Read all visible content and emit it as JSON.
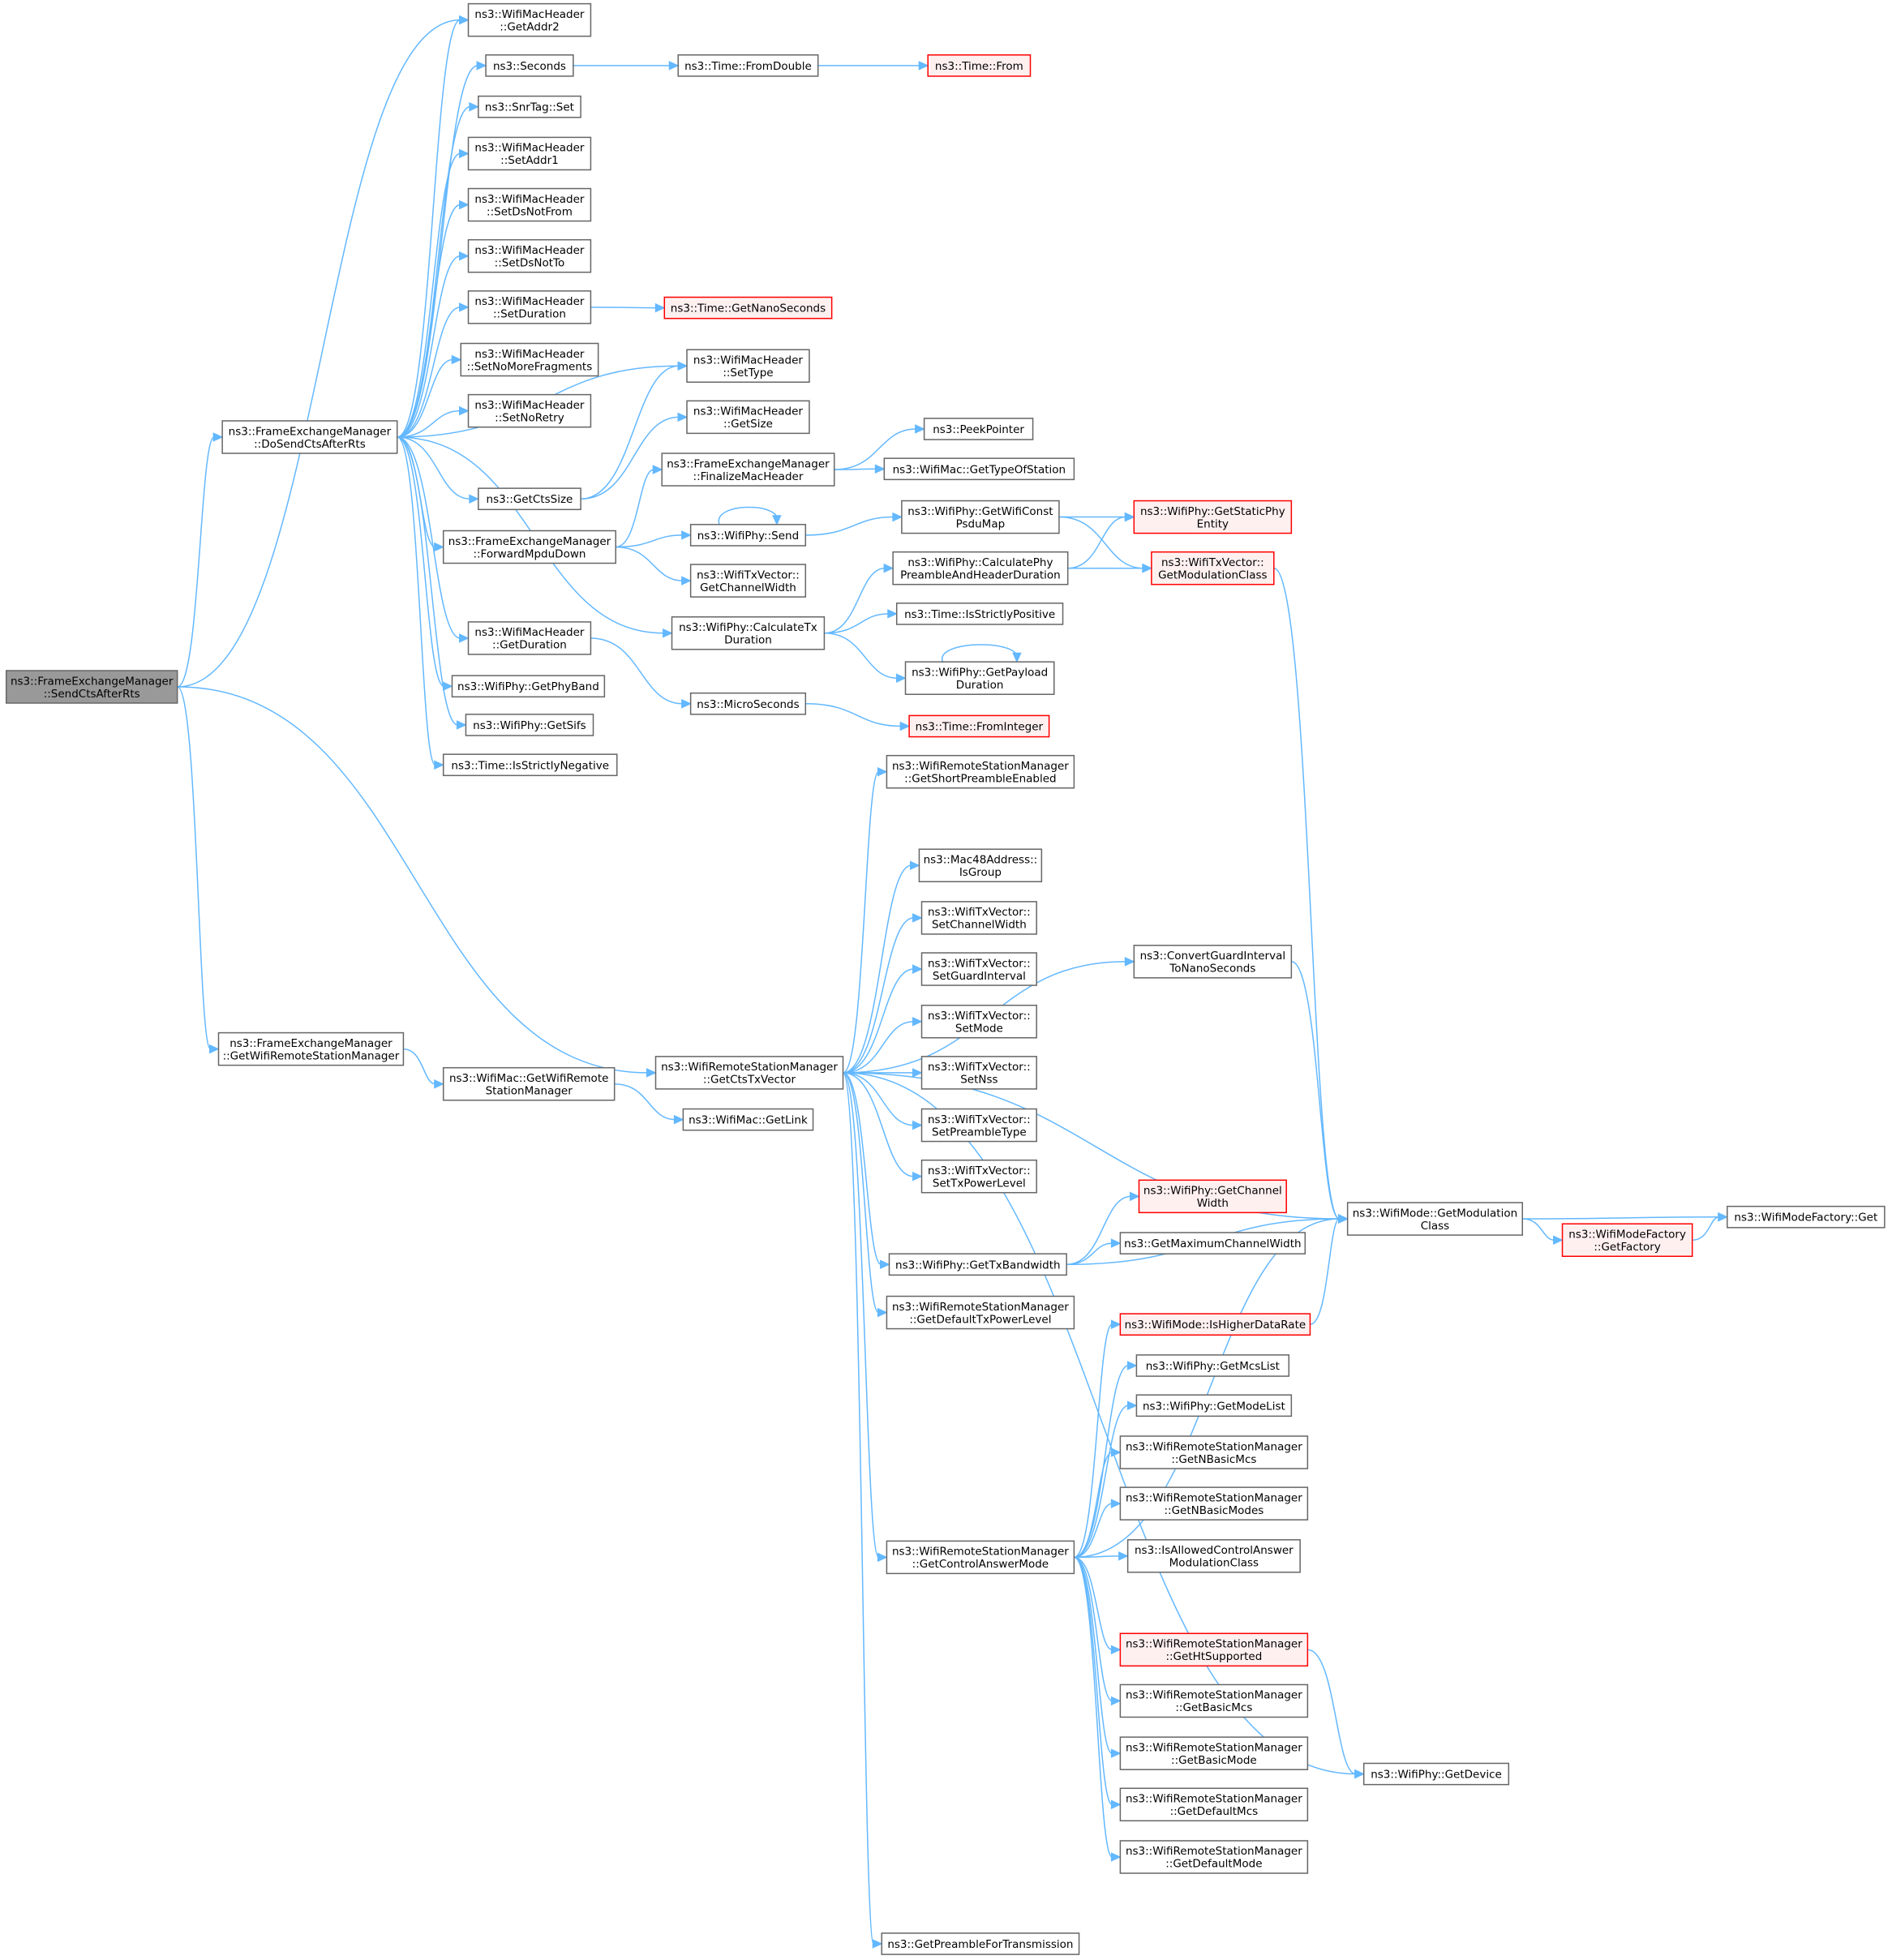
{
  "diagram": {
    "type": "call-graph",
    "colors": {
      "edge": "#63b8ff",
      "node_border": "#666666",
      "node_fill": "#ffffff",
      "root_fill": "#999999",
      "truncated_border": "#ff0000",
      "truncated_fill": "#fff0f0"
    },
    "nodes": {
      "root": [
        "ns3::FrameExchangeManager",
        "::SendCtsAfterRts"
      ],
      "dosend": [
        "ns3::FrameExchangeManager",
        "::DoSendCtsAfterRts"
      ],
      "getwrsm": [
        "ns3::FrameExchangeManager",
        "::GetWifiRemoteStationManager"
      ],
      "getaddr2": [
        "ns3::WifiMacHeader",
        "::GetAddr2"
      ],
      "seconds": [
        "ns3::Seconds"
      ],
      "snrset": [
        "ns3::SnrTag::Set"
      ],
      "setaddr1": [
        "ns3::WifiMacHeader",
        "::SetAddr1"
      ],
      "setdsnotfrom": [
        "ns3::WifiMacHeader",
        "::SetDsNotFrom"
      ],
      "setdsnotto": [
        "ns3::WifiMacHeader",
        "::SetDsNotTo"
      ],
      "setduration": [
        "ns3::WifiMacHeader",
        "::SetDuration"
      ],
      "setnomorefrag": [
        "ns3::WifiMacHeader",
        "::SetNoMoreFragments"
      ],
      "setnoretry": [
        "ns3::WifiMacHeader",
        "::SetNoRetry"
      ],
      "getctssize": [
        "ns3::GetCtsSize"
      ],
      "forwardmpdu": [
        "ns3::FrameExchangeManager",
        "::ForwardMpduDown"
      ],
      "getduration": [
        "ns3::WifiMacHeader",
        "::GetDuration"
      ],
      "getphyband": [
        "ns3::WifiPhy::GetPhyBand"
      ],
      "getsifs": [
        "ns3::WifiPhy::GetSifs"
      ],
      "isstrictlyneg": [
        "ns3::Time::IsStrictlyNegative"
      ],
      "fromdouble": [
        "ns3::Time::FromDouble"
      ],
      "timefrom": [
        "ns3::Time::From"
      ],
      "getnanosec": [
        "ns3::Time::GetNanoSeconds"
      ],
      "settype": [
        "ns3::WifiMacHeader",
        "::SetType"
      ],
      "getsize": [
        "ns3::WifiMacHeader",
        "::GetSize"
      ],
      "finalize": [
        "ns3::FrameExchangeManager",
        "::FinalizeMacHeader"
      ],
      "peekpointer": [
        "ns3::PeekPointer"
      ],
      "gettypeofstation": [
        "ns3::WifiMac::GetTypeOfStation"
      ],
      "physend": [
        "ns3::WifiPhy::Send"
      ],
      "getchannelwidthtx": [
        "ns3::WifiTxVector::",
        "GetChannelWidth"
      ],
      "calctxduration": [
        "ns3::WifiPhy::CalculateTx",
        "Duration"
      ],
      "microseconds": [
        "ns3::MicroSeconds"
      ],
      "getwificonst": [
        "ns3::WifiPhy::GetWifiConst",
        "PsduMap"
      ],
      "calcpreamble": [
        "ns3::WifiPhy::CalculatePhy",
        "PreambleAndHeaderDuration"
      ],
      "isstrictlypos": [
        "ns3::Time::IsStrictlyPositive"
      ],
      "getpayload": [
        "ns3::WifiPhy::GetPayload",
        "Duration"
      ],
      "fromint": [
        "ns3::Time::FromInteger"
      ],
      "getstaticphy": [
        "ns3::WifiPhy::GetStaticPhy",
        "Entity"
      ],
      "txgetmodclass": [
        "ns3::WifiTxVector::",
        "GetModulationClass"
      ],
      "macgetwrsm": [
        "ns3::WifiMac::GetWifiRemote",
        "StationManager"
      ],
      "getlink": [
        "ns3::WifiMac::GetLink"
      ],
      "getctstxvector": [
        "ns3::WifiRemoteStationManager",
        "::GetCtsTxVector"
      ],
      "getshortpreamble": [
        "ns3::WifiRemoteStationManager",
        "::GetShortPreambleEnabled"
      ],
      "isgroup": [
        "ns3::Mac48Address::",
        "IsGroup"
      ],
      "setchannelwidth": [
        "ns3::WifiTxVector::",
        "SetChannelWidth"
      ],
      "setguard": [
        "ns3::WifiTxVector::",
        "SetGuardInterval"
      ],
      "setmode": [
        "ns3::WifiTxVector::",
        "SetMode"
      ],
      "setnss": [
        "ns3::WifiTxVector::",
        "SetNss"
      ],
      "setpreamble": [
        "ns3::WifiTxVector::",
        "SetPreambleType"
      ],
      "settxpower": [
        "ns3::WifiTxVector::",
        "SetTxPowerLevel"
      ],
      "convertgi": [
        "ns3::ConvertGuardInterval",
        "ToNanoSeconds"
      ],
      "gettxbw": [
        "ns3::WifiPhy::GetTxBandwidth"
      ],
      "getdefaulttxpower": [
        "ns3::WifiRemoteStationManager",
        "::GetDefaultTxPowerLevel"
      ],
      "getcontrolanswer": [
        "ns3::WifiRemoteStationManager",
        "::GetControlAnswerMode"
      ],
      "getpreamblefortx": [
        "ns3::GetPreambleForTransmission"
      ],
      "phygetchannelwidth": [
        "ns3::WifiPhy::GetChannel",
        "Width"
      ],
      "getmaxchannelwidth": [
        "ns3::GetMaximumChannelWidth"
      ],
      "modegetmodclass": [
        "ns3::WifiMode::GetModulation",
        "Class"
      ],
      "ishigherdatarate": [
        "ns3::WifiMode::IsHigherDataRate"
      ],
      "getmcslist": [
        "ns3::WifiPhy::GetMcsList"
      ],
      "getmodelist": [
        "ns3::WifiPhy::GetModeList"
      ],
      "getnbasicmcs": [
        "ns3::WifiRemoteStationManager",
        "::GetNBasicMcs"
      ],
      "getnbasicmodes": [
        "ns3::WifiRemoteStationManager",
        "::GetNBasicModes"
      ],
      "isallowedctrl": [
        "ns3::IsAllowedControlAnswer",
        "ModulationClass"
      ],
      "gethtsupported": [
        "ns3::WifiRemoteStationManager",
        "::GetHtSupported"
      ],
      "getbasicmcs": [
        "ns3::WifiRemoteStationManager",
        "::GetBasicMcs"
      ],
      "getbasicmode": [
        "ns3::WifiRemoteStationManager",
        "::GetBasicMode"
      ],
      "getdefaultmcs": [
        "ns3::WifiRemoteStationManager",
        "::GetDefaultMcs"
      ],
      "getdefaultmode": [
        "ns3::WifiRemoteStationManager",
        "::GetDefaultMode"
      ],
      "getdevice": [
        "ns3::WifiPhy::GetDevice"
      ],
      "modefactoryget": [
        "ns3::WifiModeFactory::Get"
      ],
      "getfactory": [
        "ns3::WifiModeFactory",
        "::GetFactory"
      ]
    }
  }
}
